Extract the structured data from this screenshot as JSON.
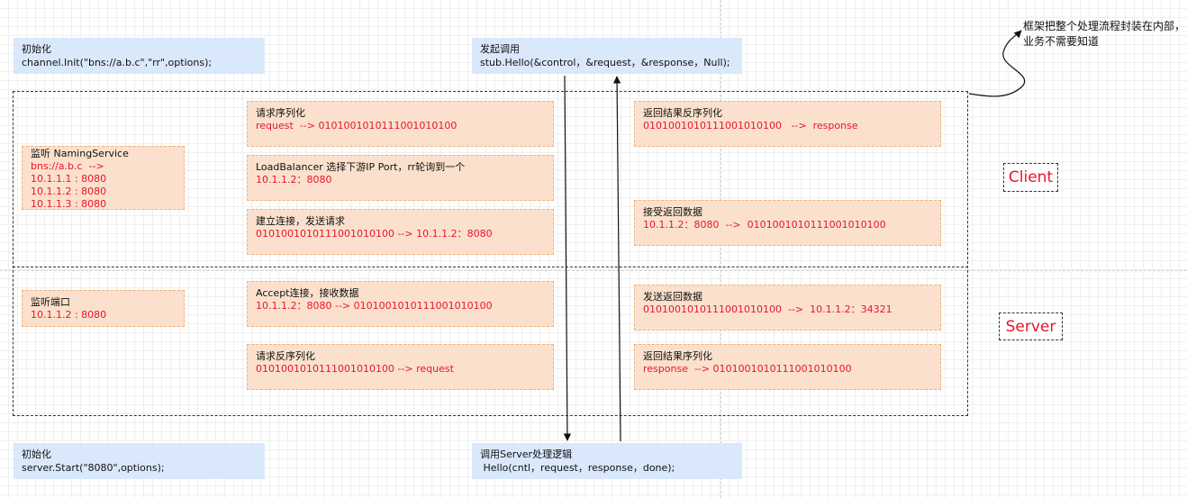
{
  "note": "框架把整个处理流程封装在内部，业务不需要知道",
  "client_label": "Client",
  "server_label": "Server",
  "client_init": {
    "title": "初始化",
    "code": "channel.Init(\"bns://a.b.c\",\"rr\",options);"
  },
  "client_call": {
    "title": "发起调用",
    "code": "stub.Hello(&control，&request，&response，Null);"
  },
  "server_init": {
    "title": "初始化",
    "code": "server.Start(\"8080\",options);"
  },
  "server_call": {
    "title": "调用Server处理逻辑",
    "code": " Hello(cntl，request，response，done);"
  },
  "client_steps": {
    "naming": {
      "title": "监听 NamingService",
      "lines": [
        "bns://a.b.c  -->",
        "10.1.1.1 : 8080",
        "10.1.1.2 : 8080",
        "10.1.1.3 : 8080"
      ]
    },
    "serialize": {
      "title": "请求序列化",
      "detail": "request  --> 0101001010111001010100"
    },
    "balancer": {
      "title": "LoadBalancer 选择下游IP Port，rr轮询到一个",
      "detail": "10.1.1.2：8080"
    },
    "connect": {
      "title": "建立连接，发送请求",
      "detail": "0101001010111001010100 --> 10.1.1.2：8080"
    },
    "deserialize": {
      "title": "返回结果反序列化",
      "detail": "0101001010111001010100   -->  response"
    },
    "receive": {
      "title": "接受返回数据",
      "detail": "10.1.1.2：8080  -->  0101001010111001010100"
    }
  },
  "server_steps": {
    "listen": {
      "title": "监听端口",
      "detail": "10.1.1.2 : 8080"
    },
    "accept": {
      "title": "Accept连接，接收数据",
      "detail": "10.1.1.2：8080 --> 0101001010111001010100"
    },
    "deserialize": {
      "title": "请求反序列化",
      "detail": "0101001010111001010100 --> request"
    },
    "send": {
      "title": "发送返回数据",
      "detail": "0101001010111001010100  -->  10.1.1.2：34321"
    },
    "serialize": {
      "title": "返回结果序列化",
      "detail": "response  --> 0101001010111001010100"
    }
  }
}
